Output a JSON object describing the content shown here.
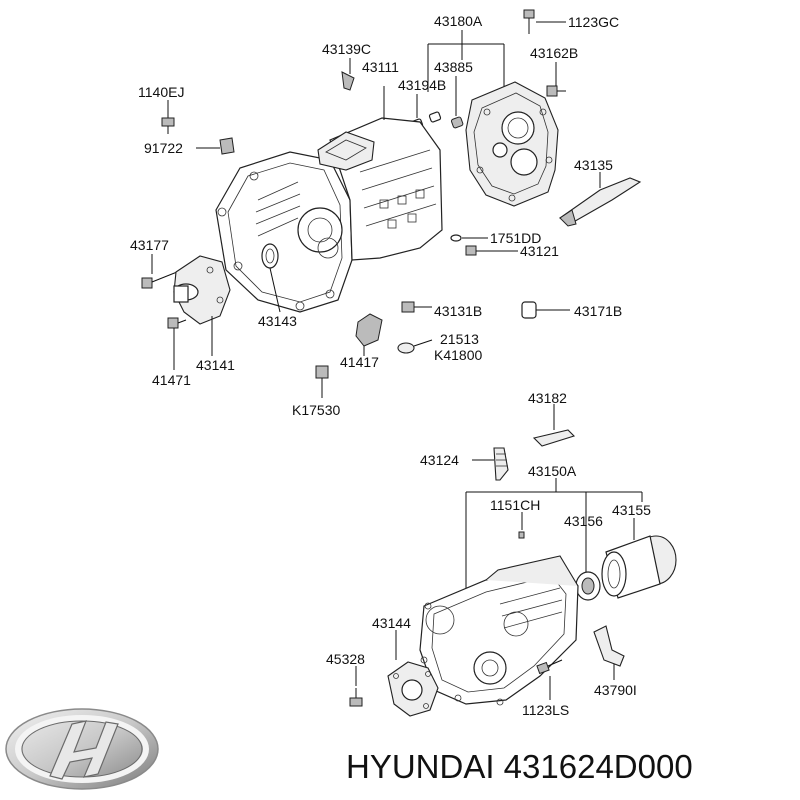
{
  "labels": {
    "p43180A": "43180A",
    "p1123GC": "1123GC",
    "p43139C": "43139C",
    "p43111": "43111",
    "p43885": "43885",
    "p43162B": "43162B",
    "p43194B": "43194B",
    "p1140EJ": "1140EJ",
    "p91722": "91722",
    "p43135": "43135",
    "p1751DD": "1751DD",
    "p43121": "43121",
    "p43177": "43177",
    "p43143": "43143",
    "p43131B": "43131B",
    "p43171B": "43171B",
    "p21513": "21513",
    "pK41800": "K41800",
    "p41417": "41417",
    "p41471": "41471",
    "p43141": "43141",
    "pK17530": "K17530",
    "p43182": "43182",
    "p43124": "43124",
    "p43150A": "43150A",
    "p1151CH": "1151CH",
    "p43156": "43156",
    "p43155": "43155",
    "p43144": "43144",
    "p45328": "45328",
    "p1123LS": "1123LS",
    "p43790I": "43790I"
  },
  "brand": {
    "text": "HYUNDAI 431624D000",
    "logo": "hyundai-logo"
  },
  "colors": {
    "line": "#111111",
    "logo_light": "#e0e0e0",
    "logo_dark": "#6a6a6a"
  }
}
